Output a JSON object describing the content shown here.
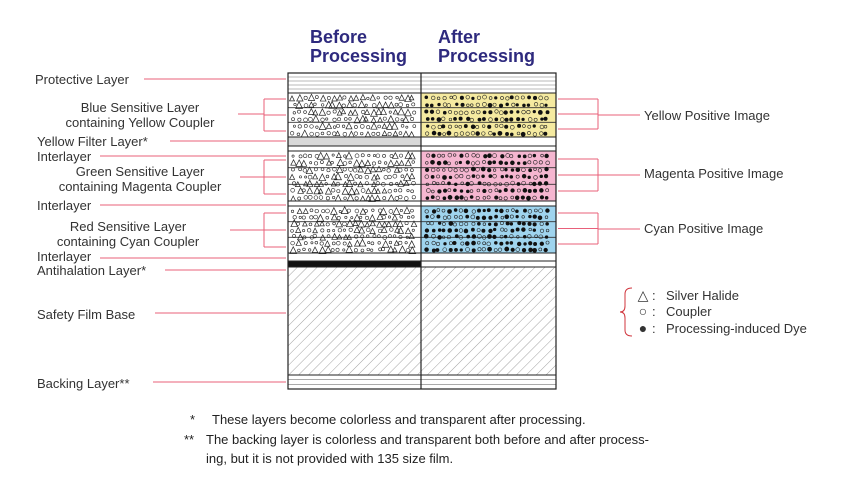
{
  "headers": {
    "before": [
      "Before",
      "Processing"
    ],
    "after": [
      "After",
      "Processing"
    ]
  },
  "left_labels": {
    "protective": "Protective Layer",
    "blue": [
      "Blue Sensitive Layer",
      "containing Yellow Coupler"
    ],
    "yellow_filter": "Yellow Filter Layer*",
    "interlayer1": "Interlayer",
    "green": [
      "Green Sensitive Layer",
      "containing Magenta Coupler"
    ],
    "interlayer2": "Interlayer",
    "red": [
      "Red Sensitive Layer",
      "containing Cyan Coupler"
    ],
    "interlayer3": "Interlayer",
    "antihalation": "Antihalation Layer*",
    "base": "Safety Film Base",
    "backing": "Backing Layer**"
  },
  "right_labels": {
    "yellow": "Yellow Positive Image",
    "magenta": "Magenta Positive Image",
    "cyan": "Cyan Positive Image"
  },
  "legend": [
    {
      "icon": "triangle-icon",
      "symbol": "△",
      "label": "Silver Halide"
    },
    {
      "icon": "circle-icon",
      "symbol": "○",
      "label": "Coupler"
    },
    {
      "icon": "dot-icon",
      "symbol": "●",
      "label": "Processing-induced Dye"
    }
  ],
  "footnotes": [
    {
      "mark": "*",
      "lines": [
        "These layers become colorless and transparent after processing."
      ]
    },
    {
      "mark": "**",
      "lines": [
        "The backing layer is colorless and transparent both before and after process-",
        "ing, but it is not provided with 135 size film."
      ]
    }
  ],
  "colors": {
    "header": "#2e2a7e",
    "leader_line": "#e8607a",
    "yellow_layer": "#f5eaa0",
    "magenta_layer": "#f5b6d0",
    "cyan_layer": "#9fd4ee",
    "legend_bracket": "#d0343c"
  }
}
